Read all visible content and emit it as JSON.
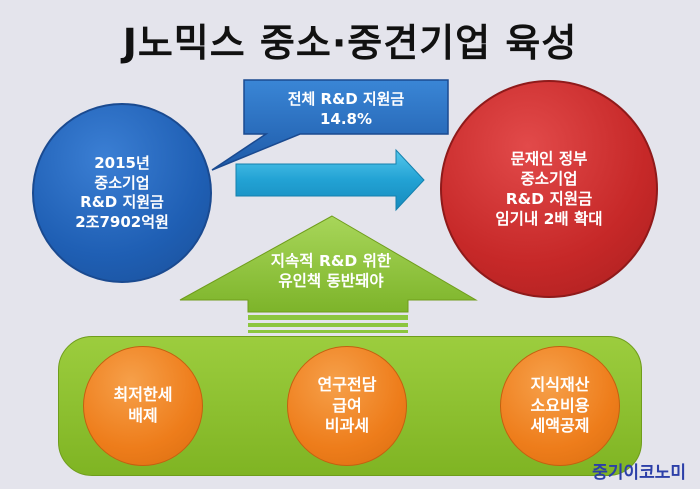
{
  "title": "J노믹스 중소·중견기업 육성",
  "left_circle": {
    "text": "2015년\n중소기업\nR&D 지원금\n2조7902억원"
  },
  "callout": {
    "text": "전체 R&D 지원금\n14.8%"
  },
  "right_circle": {
    "text": "문재인 정부\n중소기업\nR&D 지원금\n임기내 2배 확대"
  },
  "up_arrow": {
    "text": "지속적 R&D 위한\n유인책 동반돼야"
  },
  "policies": [
    {
      "text": "최저한세\n배제"
    },
    {
      "text": "연구전담\n급여\n비과세"
    },
    {
      "text": "지식재산\n소요비용\n세액공제"
    }
  ],
  "logo": {
    "text": "중기이코노미"
  },
  "colors": {
    "blue": "#1f5fb4",
    "red": "#c62828",
    "green": "#8cc63f",
    "orange": "#ee7d1b",
    "cyan": "#29a7d8",
    "callout_blue": "#2567b8"
  }
}
